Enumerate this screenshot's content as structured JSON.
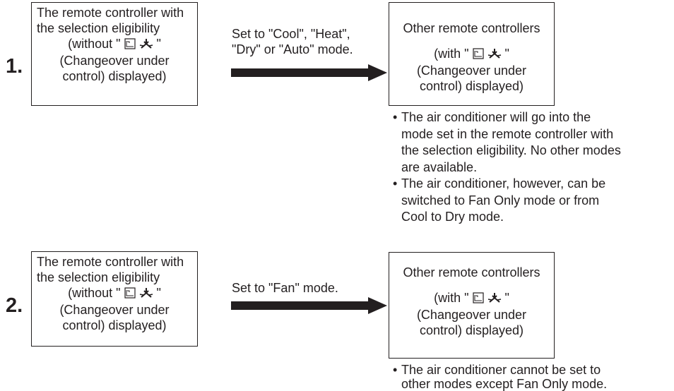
{
  "rows": [
    {
      "number": "1.",
      "left_box": {
        "line1": "The remote controller with",
        "line2": "the selection eligibility",
        "line3_prefix": "(without \" ",
        "line3_suffix": " \"",
        "line4": "(Changeover under",
        "line5": "control) displayed)"
      },
      "arrow_label_lines": [
        "Set to \"Cool\", \"Heat\",",
        "\"Dry\" or \"Auto\" mode."
      ],
      "right_box": {
        "line1": "Other remote controllers",
        "line2_prefix": "(with \" ",
        "line2_suffix": " \"",
        "line3": "(Changeover under",
        "line4": "control) displayed)"
      },
      "notes": [
        {
          "lines": [
            "The air conditioner will go into the",
            "mode set in the remote controller with",
            "the selection eligibility. No other modes",
            "are available."
          ]
        },
        {
          "lines": [
            "The air conditioner, however, can be",
            "switched to Fan Only mode or from",
            "Cool to Dry mode."
          ]
        }
      ]
    },
    {
      "number": "2.",
      "left_box": {
        "line1": "The remote controller with",
        "line2": "the selection eligibility",
        "line3_prefix": "(without \" ",
        "line3_suffix": " \"",
        "line4": "(Changeover under",
        "line5": "control) displayed)"
      },
      "arrow_label_lines": [
        "Set to \"Fan\" mode."
      ],
      "right_box": {
        "line1": "Other remote controllers",
        "line2_prefix": "(with \" ",
        "line2_suffix": " \"",
        "line3": "(Changeover under",
        "line4": "control) displayed)"
      },
      "notes": [
        {
          "lines": [
            "The air conditioner cannot be set to",
            "other modes except Fan Only mode."
          ]
        }
      ]
    }
  ],
  "bullet_symbol": "•",
  "icons": [
    "changeover-panel-icon",
    "fan-burst-icon"
  ],
  "colors": {
    "ink": "#231f20",
    "background": "#ffffff"
  }
}
